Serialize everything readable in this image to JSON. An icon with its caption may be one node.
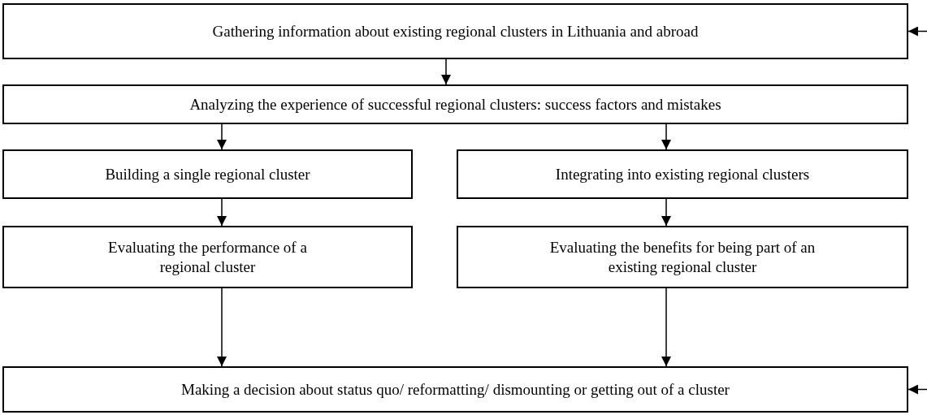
{
  "diagram": {
    "nodes": [
      {
        "text": [
          "Gathering information about existing regional clusters in Lithuania and abroad"
        ]
      },
      {
        "text": [
          "Analyzing the experience of successful regional clusters: success factors and mistakes"
        ]
      },
      {
        "text": [
          "Building a single regional cluster"
        ]
      },
      {
        "text": [
          "Integrating into existing regional clusters"
        ]
      },
      {
        "text": [
          "Evaluating the performance of a regional cluster"
        ]
      },
      {
        "text": [
          "Evaluating the benefits for being part of an existing regional cluster"
        ]
      },
      {
        "text": [
          "Making a decision about status quo/ reformatting/ dismounting or getting out of a cluster"
        ]
      }
    ],
    "edges": [
      {
        "from": null,
        "to": 0,
        "arrow": "to"
      },
      {
        "from": 0,
        "to": 1,
        "arrow": "to"
      },
      {
        "from": 1,
        "to": 2,
        "arrow": "to"
      },
      {
        "from": 1,
        "to": 3,
        "arrow": "to"
      },
      {
        "from": 2,
        "to": 4,
        "arrow": "to"
      },
      {
        "from": 3,
        "to": 5,
        "arrow": "to"
      },
      {
        "from": 4,
        "to": 6,
        "arrow": "to"
      },
      {
        "from": 5,
        "to": 6,
        "arrow": "to"
      },
      {
        "from": null,
        "to": 6,
        "arrow": "to"
      }
    ]
  }
}
